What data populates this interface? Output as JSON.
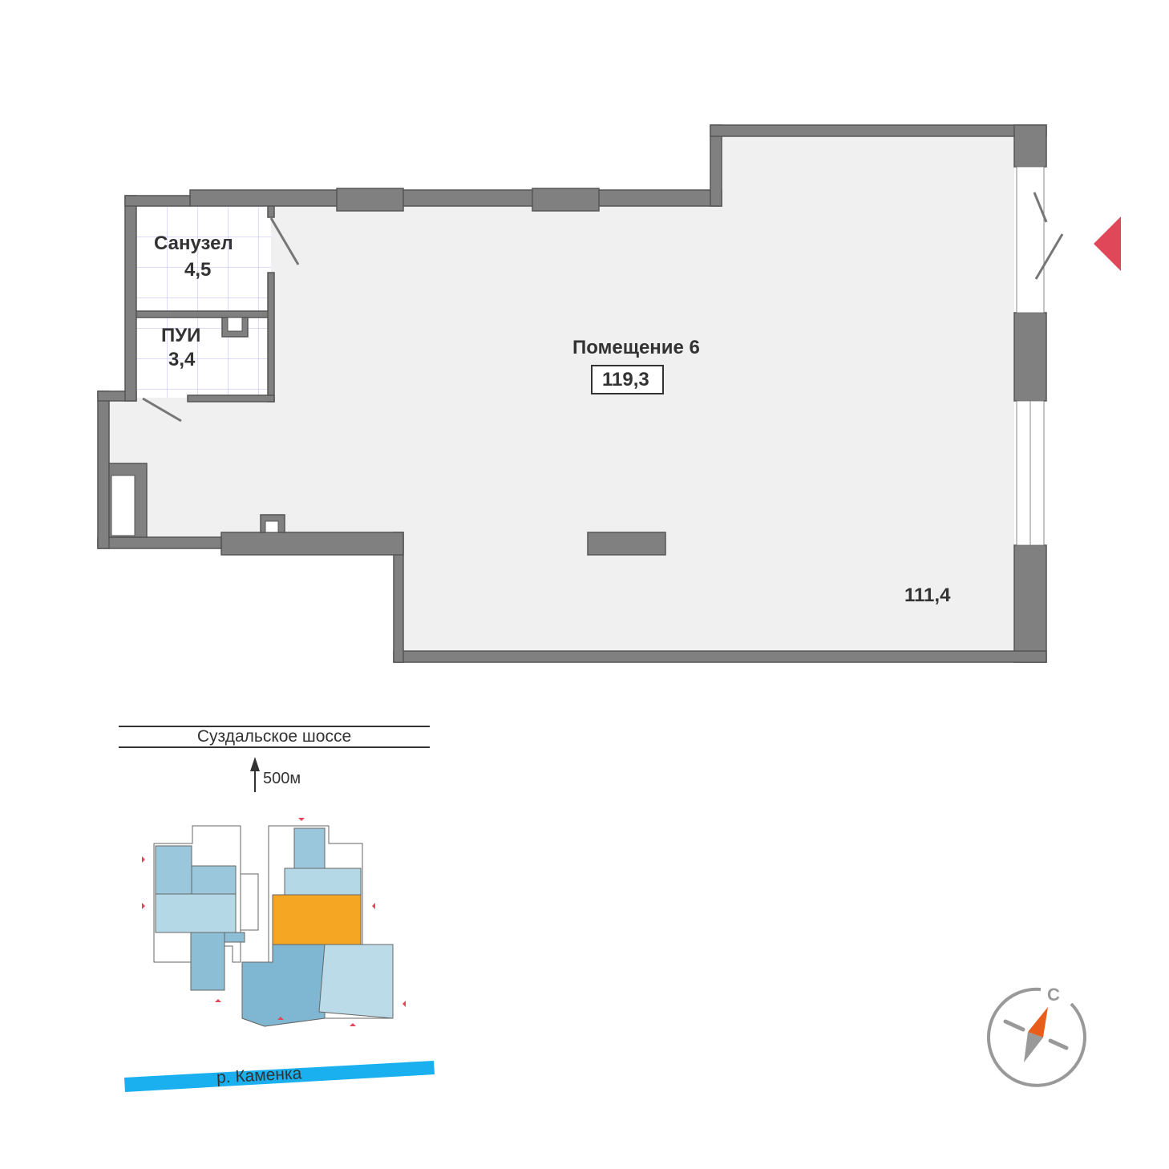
{
  "plan": {
    "rooms": [
      {
        "name": "Санузел",
        "area": "4,5"
      },
      {
        "name": "ПУИ",
        "area": "3,4"
      },
      {
        "name": "Помещение 6",
        "area": "111,4"
      }
    ],
    "total_area": "119,3"
  },
  "location": {
    "street": "Суздальское шоссе",
    "distance": "500м",
    "river": "р. Каменка"
  },
  "compass": {
    "north_letter": "С"
  },
  "colors": {
    "wall": "#808080",
    "floor": "#f0f0f0",
    "tile_grid": "#b8b8f5",
    "selected_unit": "#f5a623",
    "unit": "#9ac7dc",
    "river": "#1ab0f0",
    "entrance_marker": "#e0485a",
    "compass_needle": "#e85d1a"
  }
}
